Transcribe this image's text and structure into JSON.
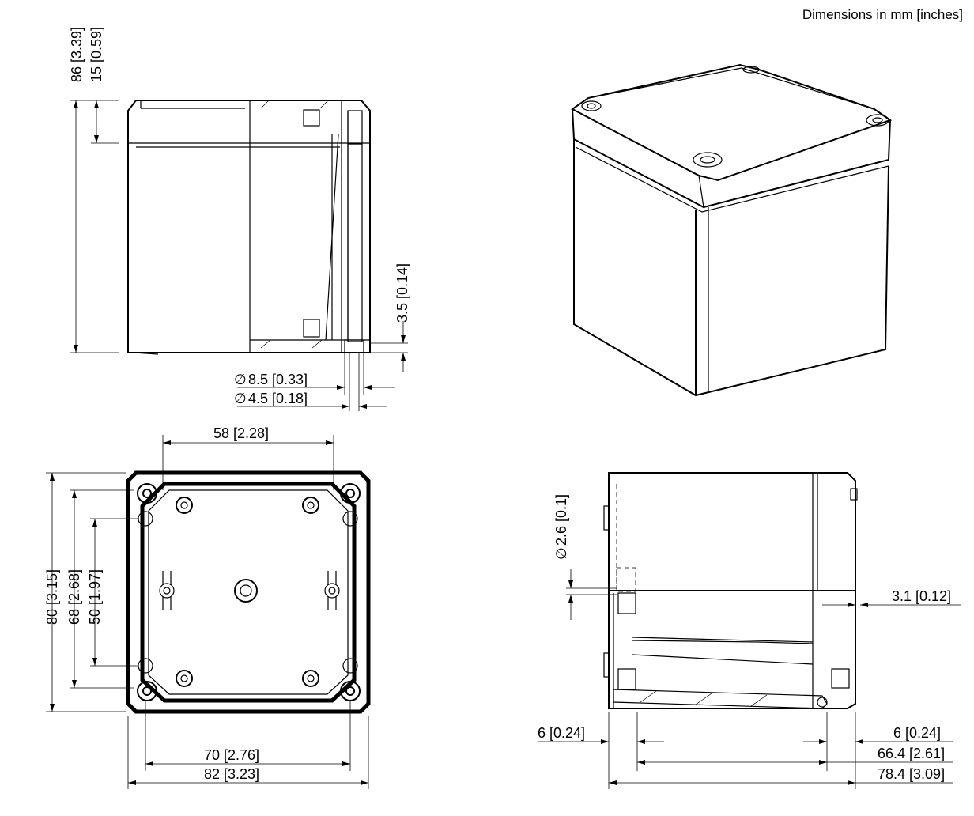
{
  "header": {
    "units_note": "Dimensions in mm [inches]"
  },
  "side_view": {
    "height_total": "86  [3.39]",
    "lid_height": "15  [0.59]",
    "foot_height": "3.5  [0.14]",
    "boss_outer_dia": "8.5  [0.33]",
    "boss_inner_dia": "4.5  [0.18]",
    "dia_symbol": "∅"
  },
  "bottom_view": {
    "hole_spacing_top": "58  [2.28]",
    "height_outer": "80  [3.15]",
    "height_mid": "68  [2.68]",
    "height_inner": "50  [1.97]",
    "width_holes": "70  [2.76]",
    "width_outer": "82  [3.23]"
  },
  "section_view": {
    "small_hole_dia": "2.6  [0.1]",
    "dia_symbol": "∅",
    "wall_offset": "3.1  [0.12]",
    "left_offset": "6  [0.24]",
    "right_offset": "6  [0.24]",
    "inner_width": "66.4  [2.61]",
    "outer_width": "78.4  [3.09]"
  }
}
